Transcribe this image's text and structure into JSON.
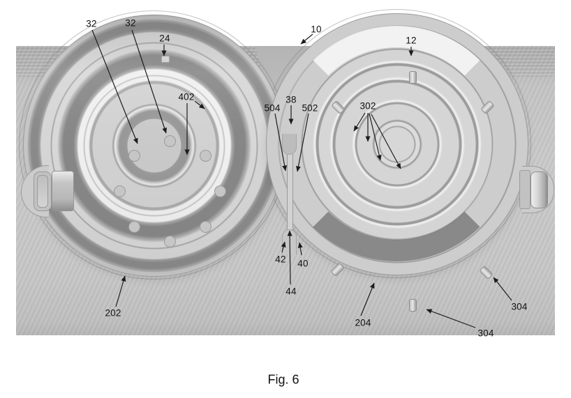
{
  "figure": {
    "caption": "Fig. 6"
  },
  "annotations": [
    {
      "id": "32-left",
      "label": "32"
    },
    {
      "id": "32-right",
      "label": "32"
    },
    {
      "id": "24",
      "label": "24"
    },
    {
      "id": "10",
      "label": "10"
    },
    {
      "id": "12",
      "label": "12"
    },
    {
      "id": "402",
      "label": "402"
    },
    {
      "id": "504",
      "label": "504"
    },
    {
      "id": "38",
      "label": "38"
    },
    {
      "id": "502",
      "label": "502"
    },
    {
      "id": "302",
      "label": "302"
    },
    {
      "id": "202",
      "label": "202"
    },
    {
      "id": "42",
      "label": "42"
    },
    {
      "id": "40",
      "label": "40"
    },
    {
      "id": "44",
      "label": "44"
    },
    {
      "id": "204",
      "label": "204"
    },
    {
      "id": "304-right",
      "label": "304"
    },
    {
      "id": "304-bottom",
      "label": "304"
    }
  ],
  "colors": {
    "page_background": "#ffffff",
    "photo_background": "#c6c6c6",
    "photo_top_band": "#b5b5b5",
    "container_surface": "#d3d3d3",
    "dark_ring": "#878787",
    "highlight_ring": "#f0f0f0",
    "annotation_text": "#111111",
    "leader_line": "#1c1c1c"
  }
}
